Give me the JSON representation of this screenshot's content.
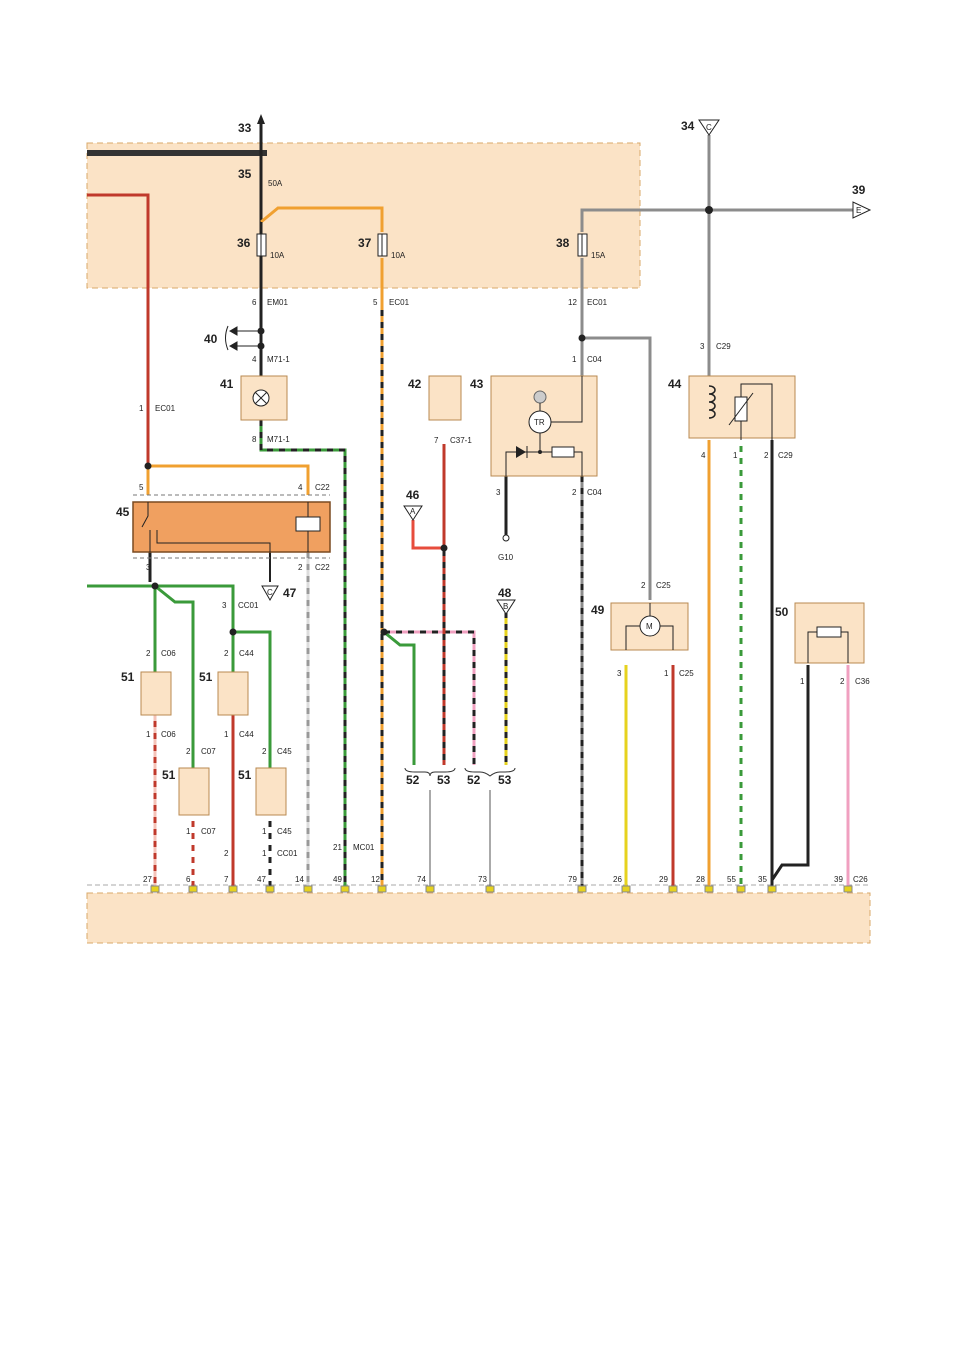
{
  "callouts": {
    "c33": "33",
    "c34": "34",
    "c35": "35",
    "c36": "36",
    "c37": "37",
    "c38": "38",
    "c39": "39",
    "c40": "40",
    "c41": "41",
    "c42": "42",
    "c43": "43",
    "c44": "44",
    "c45": "45",
    "c46": "46",
    "c47": "47",
    "c48": "48",
    "c49": "49",
    "c50": "50",
    "c51": "51",
    "c52": "52",
    "c53": "53"
  },
  "fuses": {
    "f35": "50A",
    "f36": "10A",
    "f37": "10A",
    "f38": "15A"
  },
  "connectors": {
    "em01": "EM01",
    "ec01": "EC01",
    "m711": "M71-1",
    "c04": "C04",
    "c29": "C29",
    "c37_1": "C37-1",
    "c22": "C22",
    "cc01": "CC01",
    "c06": "C06",
    "c44": "C44",
    "c07": "C07",
    "c45": "C45",
    "c25": "C25",
    "c36": "C36",
    "mc01": "MC01",
    "c26": "C26",
    "g10": "G10"
  },
  "symbols": {
    "c": "C",
    "e": "E",
    "a": "A",
    "b": "B",
    "tr": "TR",
    "m": "M"
  },
  "pins": {
    "p6": "6",
    "p5": "5",
    "p12": "12",
    "p4": "4",
    "p1": "1",
    "p3": "3",
    "p8": "8",
    "p7": "7",
    "p2": "2",
    "p21": "21"
  },
  "bottom_pins": [
    "27",
    "6",
    "7",
    "47",
    "14",
    "49",
    "12",
    "74",
    "73",
    "79",
    "26",
    "29",
    "28",
    "55",
    "35",
    "39"
  ],
  "wire_colors": {
    "black": "#222222",
    "red": "#c0392b",
    "orange": "#f0a030",
    "gray": "#8c8c8c",
    "green": "#3a9a3a",
    "yellow": "#e6d21e",
    "pink": "#f0a0c0",
    "white": "#ffffff"
  }
}
